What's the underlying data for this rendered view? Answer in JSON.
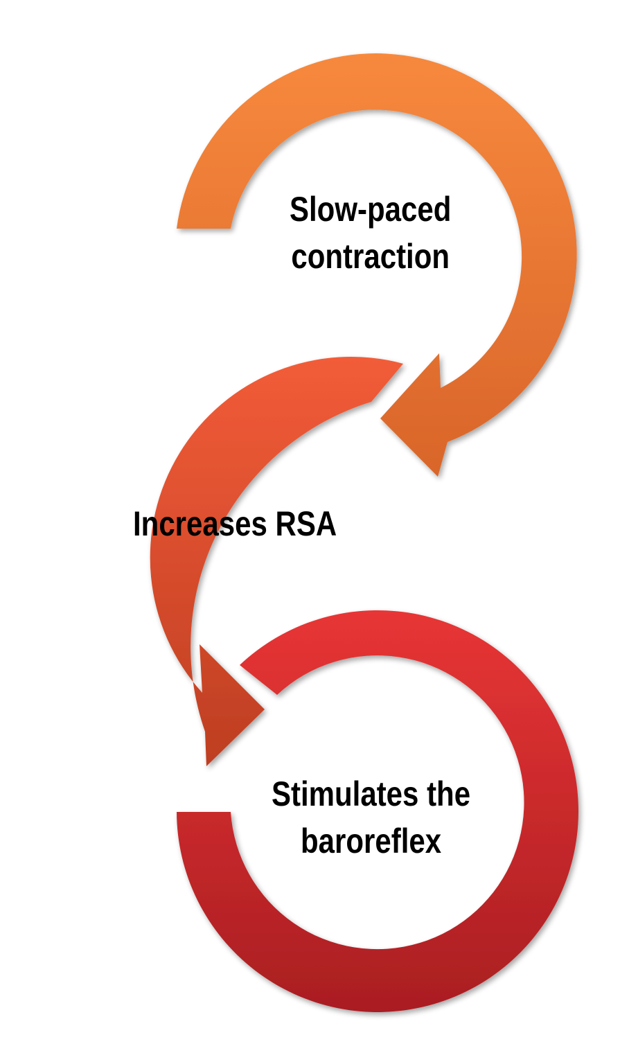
{
  "steps": [
    {
      "label_line1": "Slow-paced",
      "label_line2": "contraction"
    },
    {
      "label": "Increases RSA"
    },
    {
      "label_line1": "Stimulates the",
      "label_line2": "baroreflex"
    }
  ],
  "colors": {
    "step1_top": "#F7893D",
    "step1_bottom": "#D9652A",
    "step2_top": "#F25C38",
    "step2_bottom": "#BE3E22",
    "step3_top": "#E83535",
    "step3_bottom": "#A91E22"
  }
}
